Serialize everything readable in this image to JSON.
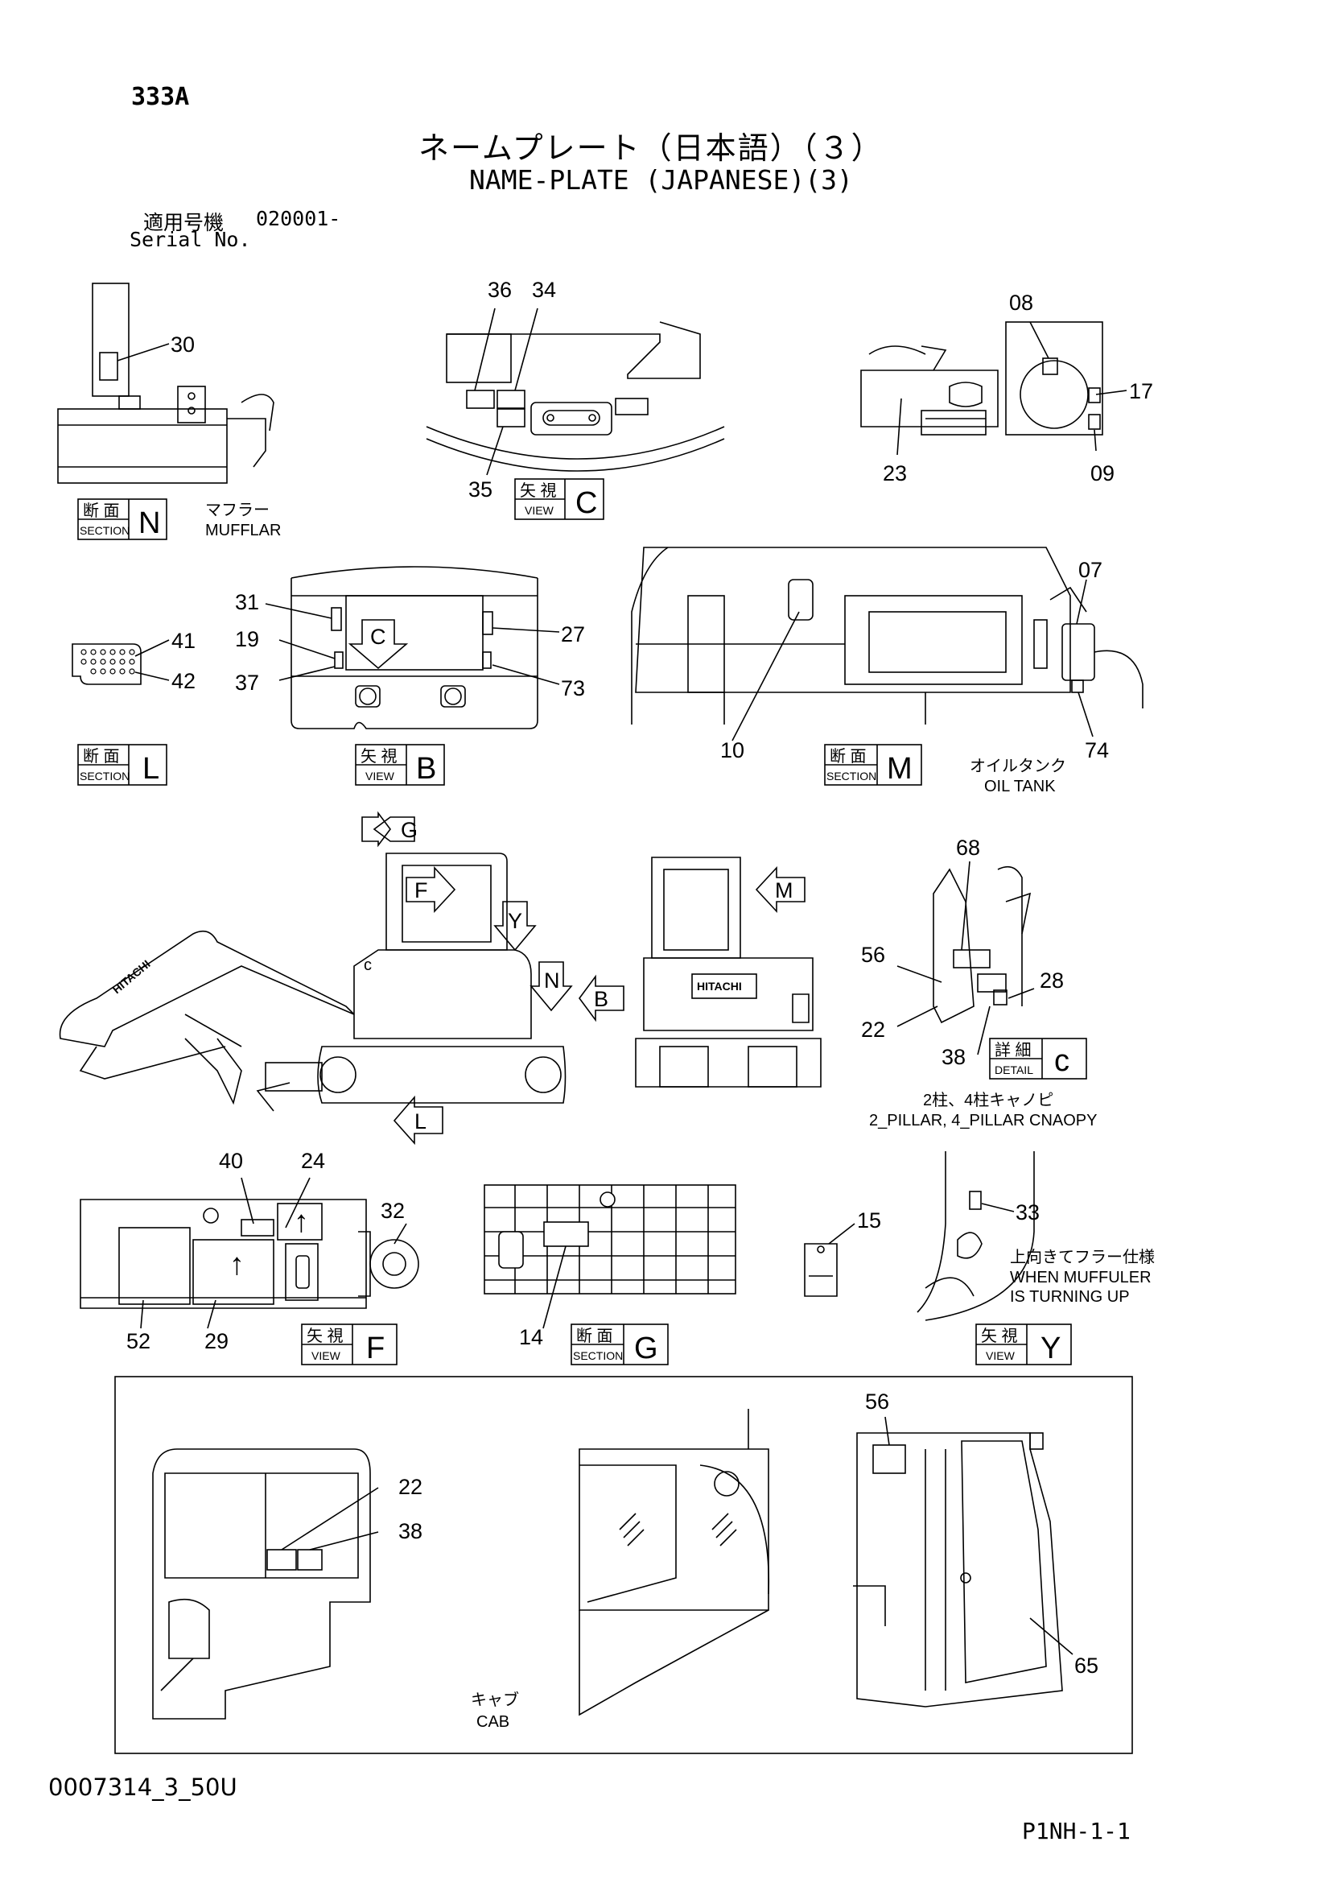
{
  "header": {
    "page_code": "333A",
    "title_jp": "ネームプレート（日本語）（３）",
    "title_en": "NAME-PLATE (JAPANESE)(3)",
    "serial_label_jp": "適用号機",
    "serial_value": "020001-",
    "serial_label_en": "Serial No."
  },
  "callouts": {
    "c30": "30",
    "c36": "36",
    "c34": "34",
    "c35": "35",
    "c08": "08",
    "c17": "17",
    "c23": "23",
    "c09": "09",
    "c31": "31",
    "c19": "19",
    "c37": "37",
    "c27": "27",
    "c73": "73",
    "c41": "41",
    "c42": "42",
    "c07": "07",
    "c10": "10",
    "c74": "74",
    "c68": "68",
    "c56a": "56",
    "c28": "28",
    "c22a": "22",
    "c38a": "38",
    "c40": "40",
    "c24": "24",
    "c32": "32",
    "c52": "52",
    "c29": "29",
    "c14": "14",
    "c15": "15",
    "c33": "33",
    "c22b": "22",
    "c38b": "38",
    "c56b": "56",
    "c65": "65"
  },
  "view_boxes": {
    "section_jp": "断 面",
    "section_en": "SECTION",
    "view_jp": "矢 視",
    "view_en": "VIEW",
    "detail_jp": "詳 細",
    "detail_en": "DETAIL",
    "N": "N",
    "C": "C",
    "L": "L",
    "B": "B",
    "M": "M",
    "c_detail": "c",
    "F": "F",
    "G": "G",
    "Y": "Y"
  },
  "view_arrows": {
    "G": "G",
    "F": "F",
    "Y": "Y",
    "M": "M",
    "N": "N",
    "B": "B",
    "L": "L",
    "C": "C",
    "c_small": "c"
  },
  "captions": {
    "muffler_jp": "マフラー",
    "muffler_en": "MUFFLAR",
    "oil_tank_jp": "オイルタンク",
    "oil_tank_en": "OIL TANK",
    "canopy_jp": "2柱、4柱キャノピ",
    "canopy_en": "2_PILLAR, 4_PILLAR CNAOPY",
    "muffler_up_jp": "上向きてフラー仕様",
    "muffler_up_en1": "WHEN MUFFULER",
    "muffler_up_en2": "IS TURNING UP",
    "cab_jp": "キャブ",
    "cab_en": "CAB",
    "brand": "HITACHI"
  },
  "footer": {
    "drawing_number": "0007314_3_50U",
    "page_ref": "P1NH-1-1"
  }
}
